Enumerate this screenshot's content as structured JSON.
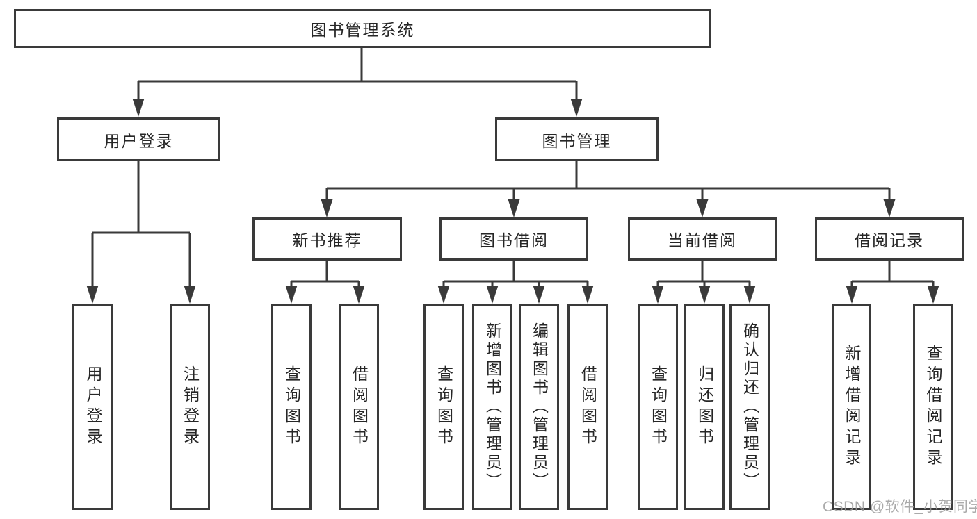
{
  "diagram": {
    "root": {
      "label": "图书管理系统"
    },
    "level2": [
      {
        "label": "用户登录",
        "children": [
          "用户登录",
          "注销登录"
        ]
      },
      {
        "label": "图书管理"
      }
    ],
    "level3": [
      {
        "label": "新书推荐",
        "children": [
          "查询图书",
          "借阅图书"
        ]
      },
      {
        "label": "图书借阅",
        "children": [
          "查询图书",
          "新增图书（管理员）",
          "编辑图书（管理员）",
          "借阅图书"
        ]
      },
      {
        "label": "当前借阅",
        "children": [
          "查询图书",
          "归还图书",
          "确认归还（管理员）"
        ]
      },
      {
        "label": "借阅记录",
        "children": [
          "新增借阅记录",
          "查询借阅记录"
        ]
      }
    ]
  },
  "watermark": {
    "text": "CSDN @软件_小贺同学"
  },
  "colors": {
    "line": "#3a3a3a",
    "text": "#262626",
    "background": "#ffffff",
    "watermark": "#9b9b9b"
  }
}
